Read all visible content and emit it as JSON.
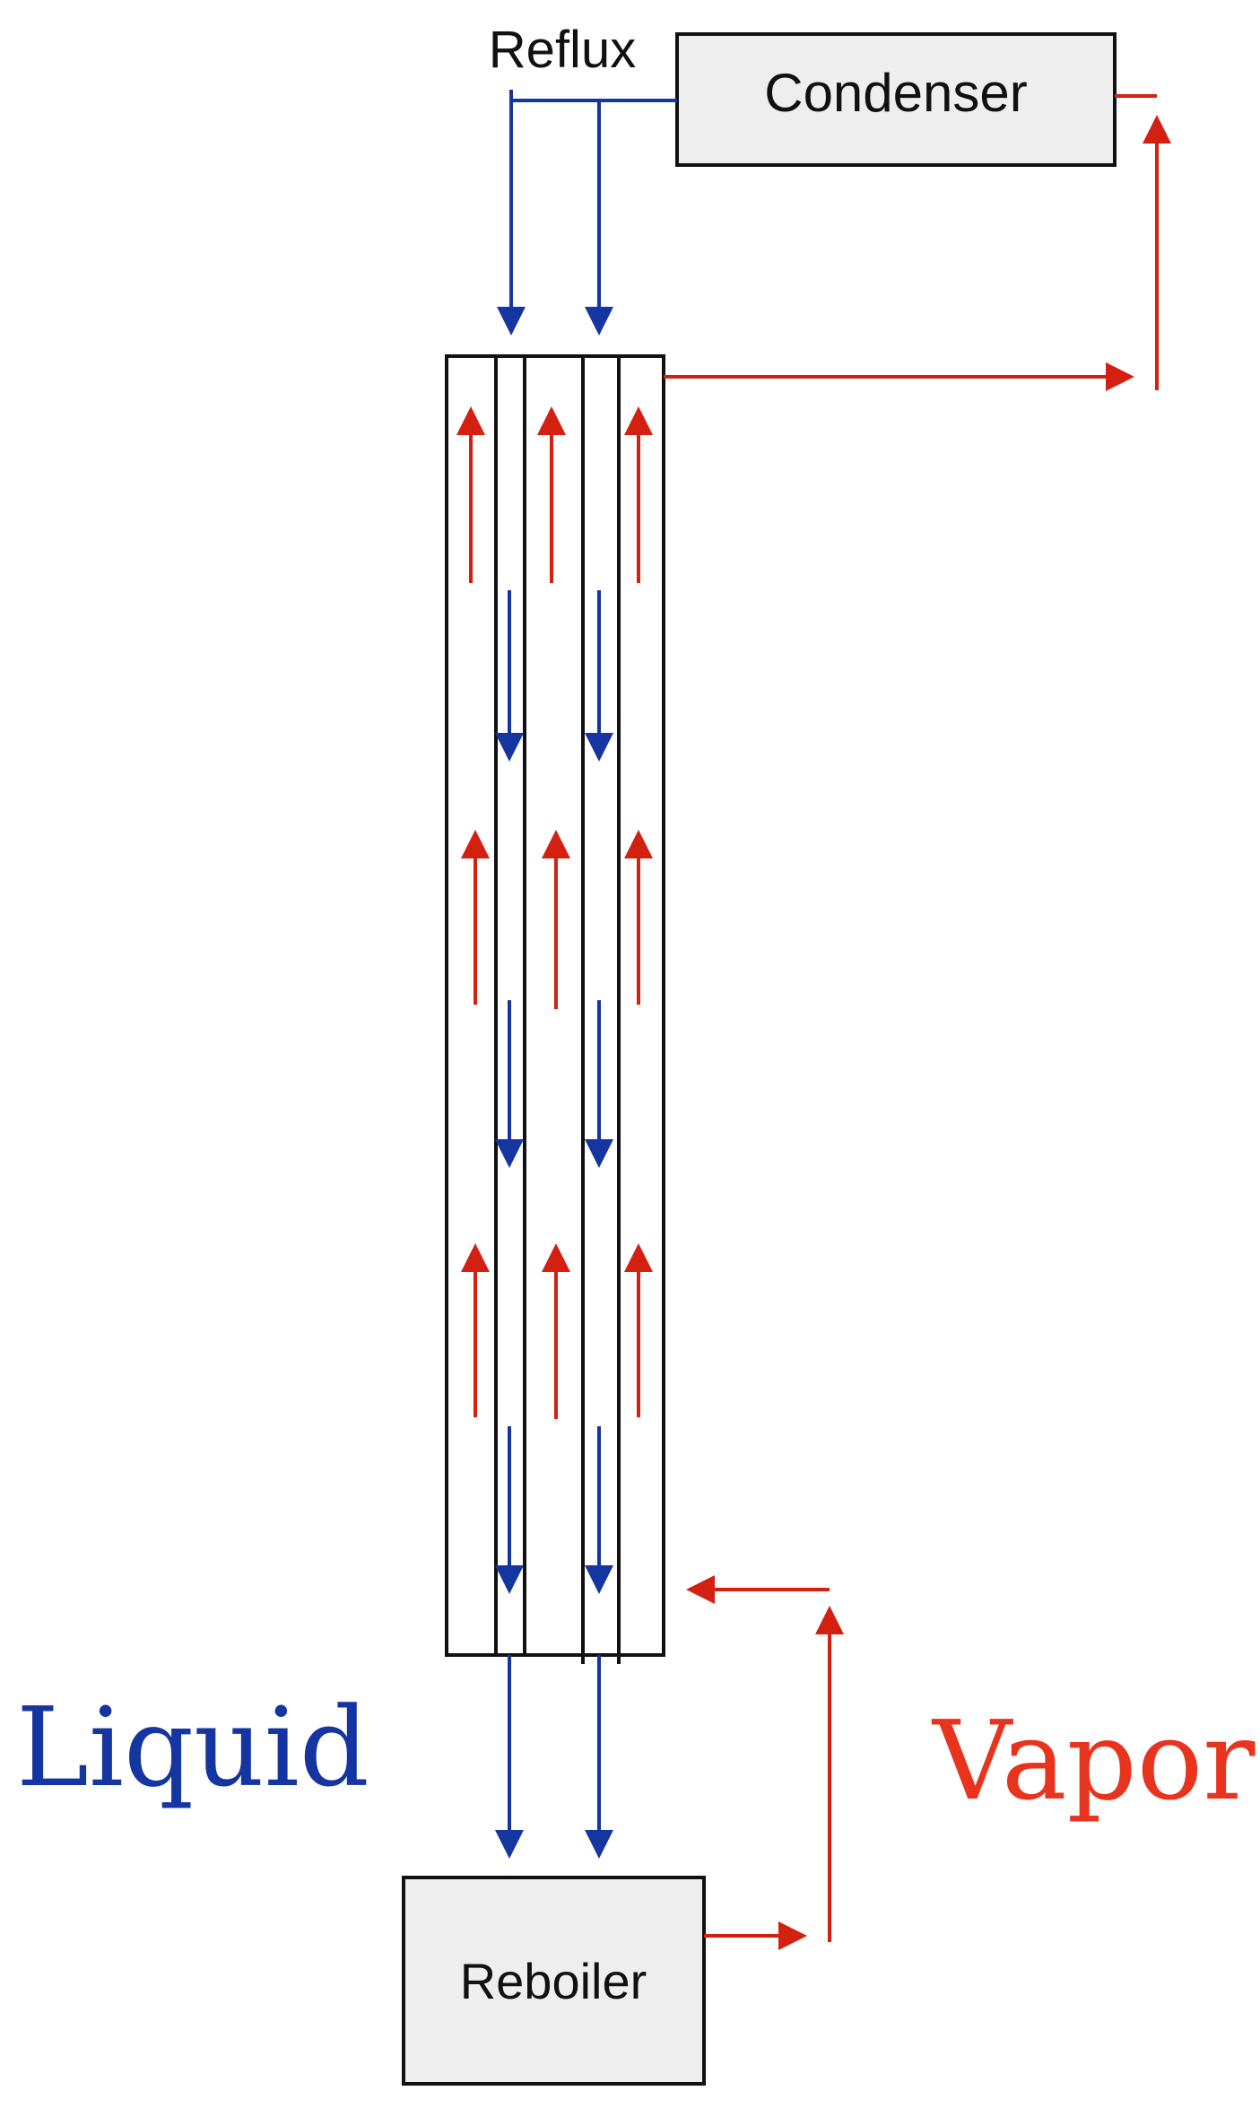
{
  "labels": {
    "reflux": "Reflux",
    "condenser": "Condenser",
    "reboiler": "Reboiler",
    "liquid": "Liquid",
    "vapor": "Vapor"
  },
  "colors": {
    "liquid": "#1535a0",
    "vapor": "#d42010",
    "vapor_label": "#e8331f",
    "outline": "#111111",
    "box_fill": "#eeeeee"
  }
}
